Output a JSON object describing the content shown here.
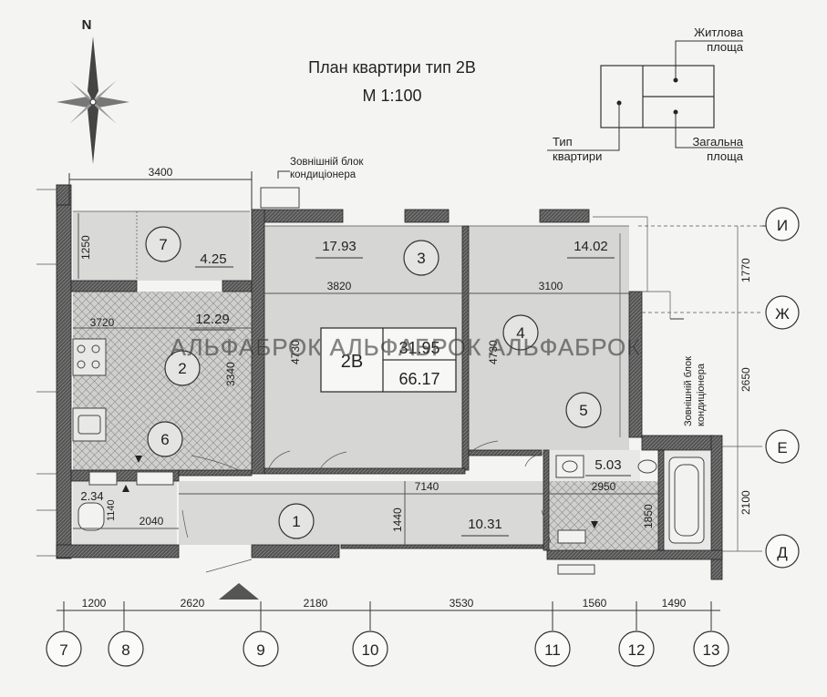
{
  "title": {
    "line1": "План квартири тип 2В",
    "line2": "М 1:100"
  },
  "north_label": "N",
  "legend": {
    "living_area": "Житлова площа",
    "living_area_l1": "Житлова",
    "living_area_l2": "площа",
    "total_area_l1": "Загальна",
    "total_area_l2": "площа",
    "type_l1": "Тип",
    "type_l2": "квартири"
  },
  "ac_unit": {
    "l1": "Зовнішній блок",
    "l2": "кондиціонера"
  },
  "apartment": {
    "type": "2В",
    "living_area": "31.95",
    "total_area": "66.17"
  },
  "watermark": "АЛЬФАБРОК  АЛЬФАБРОК  АЛЬФАБРОК",
  "rooms": [
    {
      "num": "7",
      "area": "4.25"
    },
    {
      "num": "3",
      "area": "17.93"
    },
    {
      "num": "4",
      "area": "14.02"
    },
    {
      "num": "2",
      "area": "12.29"
    },
    {
      "num": "5",
      "area": "5.03"
    },
    {
      "num": "6",
      "area": "2.34"
    },
    {
      "num": "1",
      "area": "10.31"
    }
  ],
  "dims": {
    "top_3400": "3400",
    "d_1250": "1250",
    "d_3820": "3820",
    "d_3100": "3100",
    "d_3720": "3720",
    "d_4730a": "4730",
    "d_4730b": "4730",
    "d_3340": "3340",
    "d_7140": "7140",
    "d_2950": "2950",
    "d_1440": "1440",
    "d_1850": "1850",
    "d_2040": "2040",
    "d_1140": "1140",
    "right_1770": "1770",
    "right_2650": "2650",
    "right_2100": "2100",
    "bottom": [
      "1200",
      "2620",
      "2180",
      "3530",
      "1560",
      "1490"
    ]
  },
  "axes_bottom": [
    "7",
    "8",
    "9",
    "10",
    "11",
    "12",
    "13"
  ],
  "axes_right": [
    "И",
    "Ж",
    "Е",
    "Д"
  ]
}
